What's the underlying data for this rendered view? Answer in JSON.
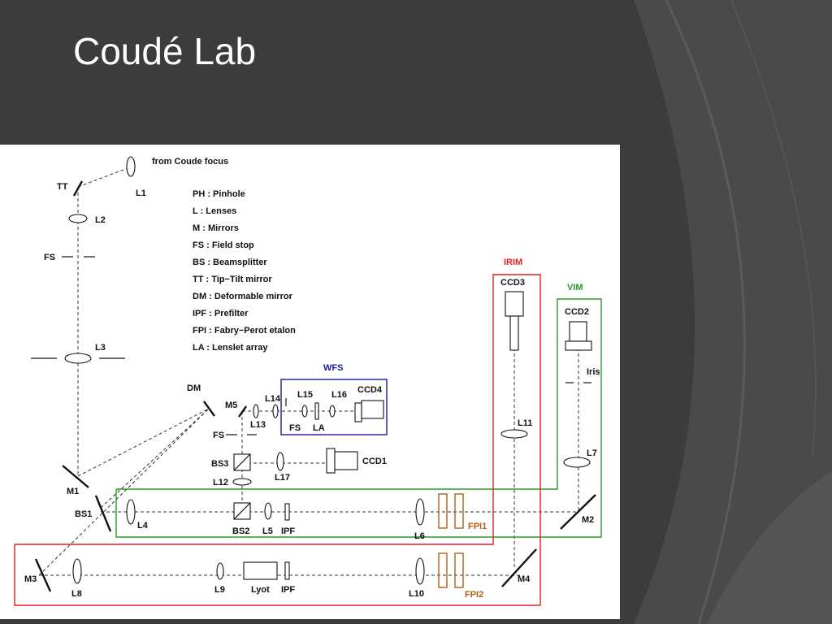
{
  "slide": {
    "title": "Coudé Lab"
  },
  "colors": {
    "background": "#3c3c3c",
    "irim": "#e02020",
    "vim": "#2a9a2a",
    "wfs": "#1a1aa0",
    "fpi": "#b06010"
  },
  "diagram": {
    "from_label": "from Coude focus",
    "legend": [
      "PH  : Pinhole",
      "L    : Lenses",
      "M   : Mirrors",
      "FS  : Field stop",
      "BS : Beamsplitter",
      "TT  : Tip−Tilt mirror",
      "DM : Deformable mirror",
      "IPF : Prefilter",
      "FPI : Fabry−Perot etalon",
      "LA  : Lenslet array"
    ],
    "groups": {
      "irim": "IRIM",
      "vim": "VIM",
      "wfs": "WFS"
    },
    "labels": {
      "tt": "TT",
      "l1": "L1",
      "l2": "L2",
      "fs_left": "FS",
      "l3": "L3",
      "dm": "DM",
      "m1": "M1",
      "bs1": "BS1",
      "m3": "M3",
      "l8": "L8",
      "l4": "L4",
      "m5": "M5",
      "l13": "L13",
      "l14": "L14",
      "l15": "L15",
      "l16": "L16",
      "fs_wfs": "FS",
      "la": "LA",
      "ccd4": "CCD4",
      "fs_mid": "FS",
      "bs3": "BS3",
      "l17": "L17",
      "ccd1": "CCD1",
      "l12": "L12",
      "bs2": "BS2",
      "l5": "L5",
      "ipf1": "IPF",
      "l6": "L6",
      "fpi1": "FPI1",
      "l9": "L9",
      "lyot": "Lyot",
      "ipf2": "IPF",
      "l10": "L10",
      "fpi2": "FPI2",
      "m4": "M4",
      "ccd3": "CCD3",
      "l11": "L11",
      "ccd2": "CCD2",
      "iris": "Iris",
      "l7": "L7",
      "m2": "M2"
    }
  }
}
